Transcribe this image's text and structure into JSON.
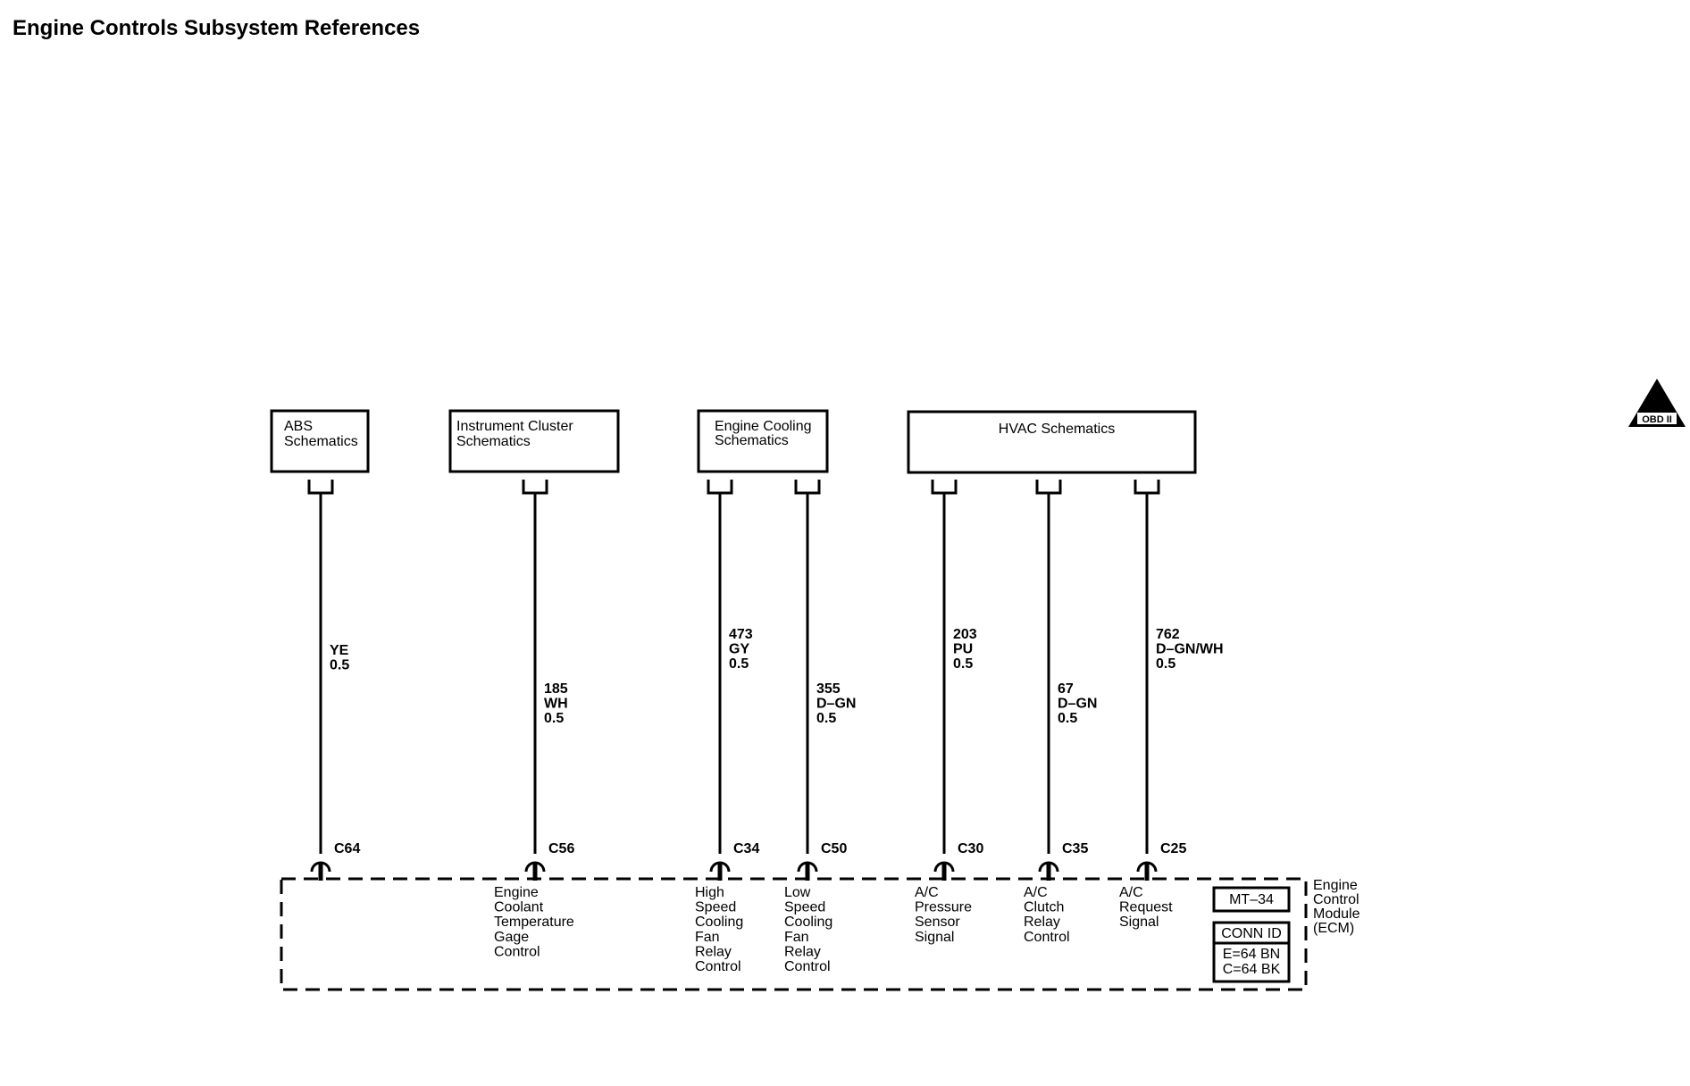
{
  "title": "Engine Controls Subsystem References",
  "badge": {
    "top": "II",
    "bottom": "OBD II"
  },
  "references": [
    {
      "lines": [
        "ABS",
        "Schematics"
      ]
    },
    {
      "lines": [
        "Instrument Cluster",
        "Schematics"
      ]
    },
    {
      "lines": [
        "Engine Cooling",
        "Schematics"
      ]
    },
    {
      "lines": [
        "HVAC Schematics"
      ]
    }
  ],
  "circuits": [
    {
      "wire": [
        "YE",
        "0.5"
      ],
      "pin": "C64",
      "function": []
    },
    {
      "wire": [
        "185",
        "WH",
        "0.5"
      ],
      "pin": "C56",
      "function": [
        "Engine",
        "Coolant",
        "Temperature",
        "Gage",
        "Control"
      ]
    },
    {
      "wire": [
        "473",
        "GY",
        "0.5"
      ],
      "pin": "C34",
      "function": [
        "High",
        "Speed",
        "Cooling",
        "Fan",
        "Relay",
        "Control"
      ]
    },
    {
      "wire": [
        "355",
        "D–GN",
        "0.5"
      ],
      "pin": "C50",
      "function": [
        "Low",
        "Speed",
        "Cooling",
        "Fan",
        "Relay",
        "Control"
      ]
    },
    {
      "wire": [
        "203",
        "PU",
        "0.5"
      ],
      "pin": "C30",
      "function": [
        "A/C",
        "Pressure",
        "Sensor",
        "Signal"
      ]
    },
    {
      "wire": [
        "67",
        "D–GN",
        "0.5"
      ],
      "pin": "C35",
      "function": [
        "A/C",
        "Clutch",
        "Relay",
        "Control"
      ]
    },
    {
      "wire": [
        "762",
        "D–GN/WH",
        "0.5"
      ],
      "pin": "C25",
      "function": [
        "A/C",
        "Request",
        "Signal"
      ]
    }
  ],
  "module": {
    "name": [
      "Engine",
      "Control",
      "Module",
      "(ECM)"
    ],
    "id": "MT–34",
    "conn_title": "CONN ID",
    "conn_lines": [
      "E=64 BN",
      "C=64 BK"
    ]
  }
}
